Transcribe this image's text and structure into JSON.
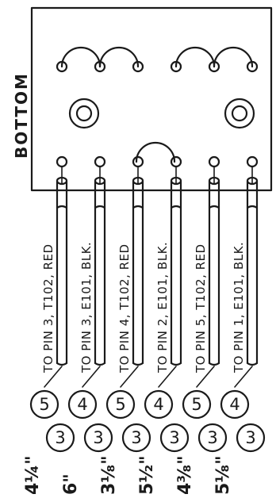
{
  "socket": {
    "side_label": "BOTTOM"
  },
  "wires": [
    {
      "label": "TO PIN 3, T102, RED",
      "top_circle": "5",
      "bottom_circle": "3",
      "length": "4¼\""
    },
    {
      "label": "TO PIN 3, E101, BLK.",
      "top_circle": "4",
      "bottom_circle": "3",
      "length": "6\""
    },
    {
      "label": "TO PIN 4, T102, RED",
      "top_circle": "5",
      "bottom_circle": "3",
      "length": "3⅛\""
    },
    {
      "label": "TO PIN 2, E101, BLK.",
      "top_circle": "4",
      "bottom_circle": "3",
      "length": "5½\""
    },
    {
      "label": "TO PIN 5, T102, RED",
      "top_circle": "5",
      "bottom_circle": "3",
      "length": "4⅜\""
    },
    {
      "label": "TO PIN 1, E101, BLK.",
      "top_circle": "4",
      "bottom_circle": "3",
      "length": "5⅛\""
    }
  ]
}
